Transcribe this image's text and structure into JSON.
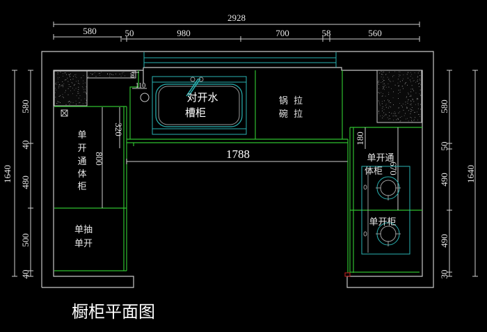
{
  "title": "橱柜平面图",
  "colors": {
    "background": "#000000",
    "wall": "#c8c8c8",
    "cabinet": "#2fbf2f",
    "fixture": "#2ab3b3",
    "marker": "#cc2222"
  },
  "dimensions": {
    "top_total": "2928",
    "top_segments": [
      "580",
      "50",
      "980",
      "700",
      "58",
      "560"
    ],
    "left_total": "1640",
    "left_segments": [
      "580",
      "40",
      "480",
      "500",
      "40"
    ],
    "right_total": "1640",
    "right_segments": [
      "580",
      "50",
      "490",
      "490",
      "30"
    ],
    "inner_width": "1788",
    "left_cab_depth": "320",
    "left_cab_height": "800",
    "right_gap": "180",
    "right_cab_height": "670",
    "pipe_offset": "110",
    "small_80": "80"
  },
  "labels": {
    "sink_cabinet": [
      "对开水",
      "槽柜"
    ],
    "pot_bowl_pull": [
      "锅  拉",
      "碗  拉"
    ],
    "left_tall_cabinet": [
      "单",
      "开",
      "通",
      "体",
      "柜"
    ],
    "left_drawer": [
      "单抽",
      "单开"
    ],
    "right_tall_cabinet": [
      "单开通",
      "体柜"
    ],
    "right_single_door": "单开柜"
  }
}
